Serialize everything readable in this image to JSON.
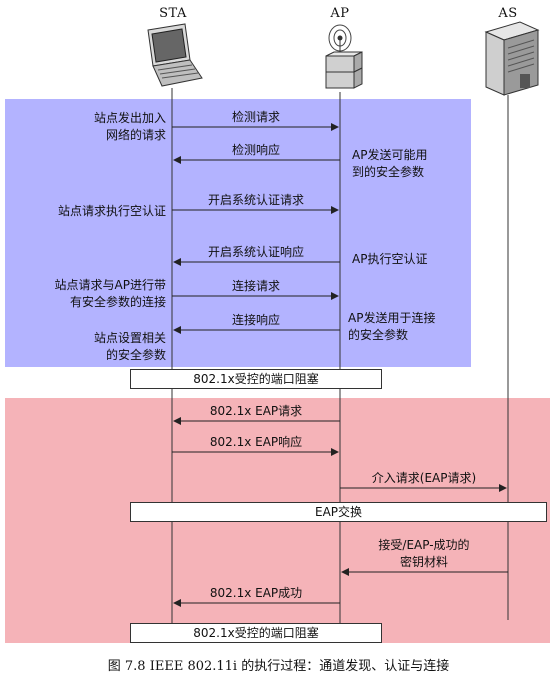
{
  "entities": {
    "sta": "STA",
    "ap": "AP",
    "as": "AS"
  },
  "colors": {
    "discovery_phase": "#b3b3ff",
    "auth_phase": "#f5b3b8"
  },
  "discovery": {
    "messages": [
      {
        "label": "检测请求",
        "direction": "right"
      },
      {
        "label": "检测响应",
        "direction": "left"
      },
      {
        "label": "开启系统认证请求",
        "direction": "right"
      },
      {
        "label": "开启系统认证响应",
        "direction": "left"
      },
      {
        "label": "连接请求",
        "direction": "right"
      },
      {
        "label": "连接响应",
        "direction": "left"
      }
    ],
    "sta_notes": {
      "join_request": [
        "站点发出加入",
        "网络的请求"
      ],
      "open_auth_request": "站点请求执行空认证",
      "secure_connect": [
        "站点请求与AP进行带",
        "有安全参数的连接"
      ],
      "set_params": [
        "站点设置相关",
        "的安全参数"
      ]
    },
    "ap_notes": {
      "send_params": [
        "AP发送可能用",
        "到的安全参数"
      ],
      "null_auth": "AP执行空认证",
      "send_conn_params": [
        "AP发送用于连接",
        "的安全参数"
      ]
    }
  },
  "blocked_port_top": "802.1x受控的端口阻塞",
  "auth": {
    "eap_request": "802.1x EAP请求",
    "eap_response": "802.1x EAP响应",
    "access_request": "介入请求(EAP请求)",
    "eap_exchange": "EAP交换",
    "accept_note": [
      "接受/EAP-成功的",
      "密钥材料"
    ],
    "eap_success": "802.1x EAP成功"
  },
  "blocked_port_bottom": "802.1x受控的端口阻塞",
  "caption": "图 7.8   IEEE 802.11i 的执行过程：通道发现、认证与连接"
}
